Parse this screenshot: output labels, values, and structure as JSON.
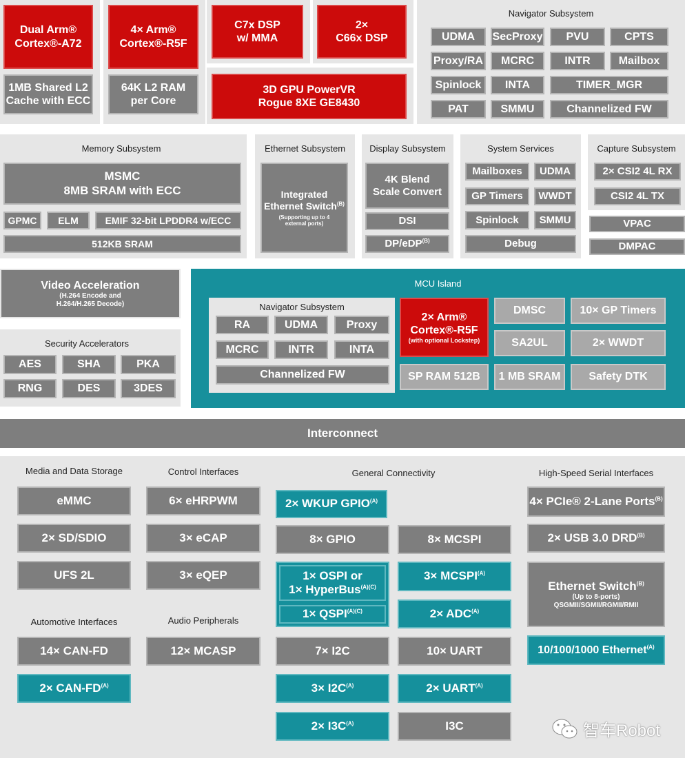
{
  "top": {
    "a72": "Dual Arm®\nCortex®-A72",
    "l2_shared": "1MB Shared L2\nCache with ECC",
    "r5f": "4× Arm®\nCortex®-R5F",
    "l2_ram": "64K L2 RAM\nper Core",
    "c7x": "C7x DSP\nw/ MMA",
    "c66x": "2×\nC66x DSP",
    "gpu": "3D GPU PowerVR\nRogue 8XE GE8430"
  },
  "nav": {
    "title": "Navigator Subsystem",
    "items": [
      "UDMA",
      "SecProxy",
      "PVU",
      "CPTS",
      "Proxy/RA",
      "MCRC",
      "INTR",
      "Mailbox",
      "Spinlock",
      "INTA",
      "TIMER_MGR",
      "PAT",
      "SMMU",
      "Channelized FW"
    ]
  },
  "memory": {
    "title": "Memory Subsystem",
    "msmc": "MSMC\n8MB SRAM with ECC",
    "gpmc": "GPMC",
    "elm": "ELM",
    "emif": "EMIF 32-bit LPDDR4 w/ECC",
    "sram": "512KB SRAM"
  },
  "ethernet": {
    "title": "Ethernet Subsystem",
    "switch": "Integrated\nEthernet Switch",
    "note": "(B)",
    "sub": "(Supporting up to 4\nexternal ports)"
  },
  "display": {
    "title": "Display Subsystem",
    "blend": "4K Blend\nScale Convert",
    "dsi": "DSI",
    "dp": "DP/eDP",
    "dp_note": "(B)"
  },
  "system": {
    "title": "System Services",
    "items": [
      "Mailboxes",
      "UDMA",
      "GP Timers",
      "WWDT",
      "Spinlock",
      "SMMU",
      "Debug"
    ]
  },
  "capture": {
    "title": "Capture Subsystem",
    "rx": "2× CSI2 4L RX",
    "tx": "CSI2 4L TX",
    "vpac": "VPAC",
    "dmpac": "DMPAC"
  },
  "video": {
    "title": "Video Acceleration",
    "sub": "(H.264 Encode and\nH.264/H.265 Decode)"
  },
  "security": {
    "title": "Security Accelerators",
    "items": [
      "AES",
      "SHA",
      "PKA",
      "RNG",
      "DES",
      "3DES"
    ]
  },
  "mcu": {
    "title": "MCU Island",
    "nav_title": "Navigator Subsystem",
    "nav_items": [
      "RA",
      "UDMA",
      "Proxy",
      "MCRC",
      "INTR",
      "INTA",
      "Channelized FW"
    ],
    "r5f": "2× Arm®\nCortex®-R5F",
    "r5f_sub": "(with optional Lockstep)",
    "dmsc": "DMSC",
    "gp_timers": "10× GP Timers",
    "sa2ul": "SA2UL",
    "wwdt": "2× WWDT",
    "sp_ram": "SP RAM 512B",
    "sram": "1 MB SRAM",
    "safety": "Safety DTK"
  },
  "interconnect": "Interconnect",
  "media": {
    "title": "Media and Data Storage",
    "items": [
      "eMMC",
      "2× SD/SDIO",
      "UFS 2L"
    ]
  },
  "control": {
    "title": "Control Interfaces",
    "items": [
      "6× eHRPWM",
      "3× eCAP",
      "3× eQEP"
    ]
  },
  "automotive": {
    "title": "Automotive Interfaces",
    "can": "14× CAN-FD",
    "can_mcu": "2× CAN-FD",
    "can_mcu_note": "(A)"
  },
  "audio": {
    "title": "Audio Peripherals",
    "mcasp": "12× MCASP"
  },
  "general": {
    "title": "General Connectivity",
    "wkup_gpio": "2× WKUP GPIO",
    "gpio": "8× GPIO",
    "mcspi": "8× MCSPI",
    "ospi": "1× OSPI or\n1× HyperBus",
    "ospi_note": "(A)(C)",
    "qspi": "1× QSPI",
    "qspi_note": "(A)(C)",
    "mcspi_mcu": "3× MCSPI",
    "adc": "2× ADC",
    "i2c": "7× I2C",
    "uart": "10× UART",
    "i2c_mcu": "3× I2C",
    "uart_mcu": "2× UART",
    "i3c_mcu": "2× I3C",
    "i3c": "I3C",
    "note_a": "(A)"
  },
  "highspeed": {
    "title": "High-Speed Serial Interfaces",
    "pcie": "4× PCIe® 2-Lane Ports",
    "usb": "2× USB 3.0 DRD",
    "eth": "Ethernet Switch",
    "eth_sub": "(Up to 8-ports)\nQSGMII/SGMII/RGMII/RMII",
    "gbe": "10/100/1000 Ethernet",
    "note_a": "(A)",
    "note_b": "(B)"
  },
  "watermark": "智车Robot",
  "colors": {
    "processor": "#cc0b0b",
    "peripheral": "#7e7e7e",
    "mcu_domain": "#15909c",
    "panel": "#e6e6e6"
  }
}
